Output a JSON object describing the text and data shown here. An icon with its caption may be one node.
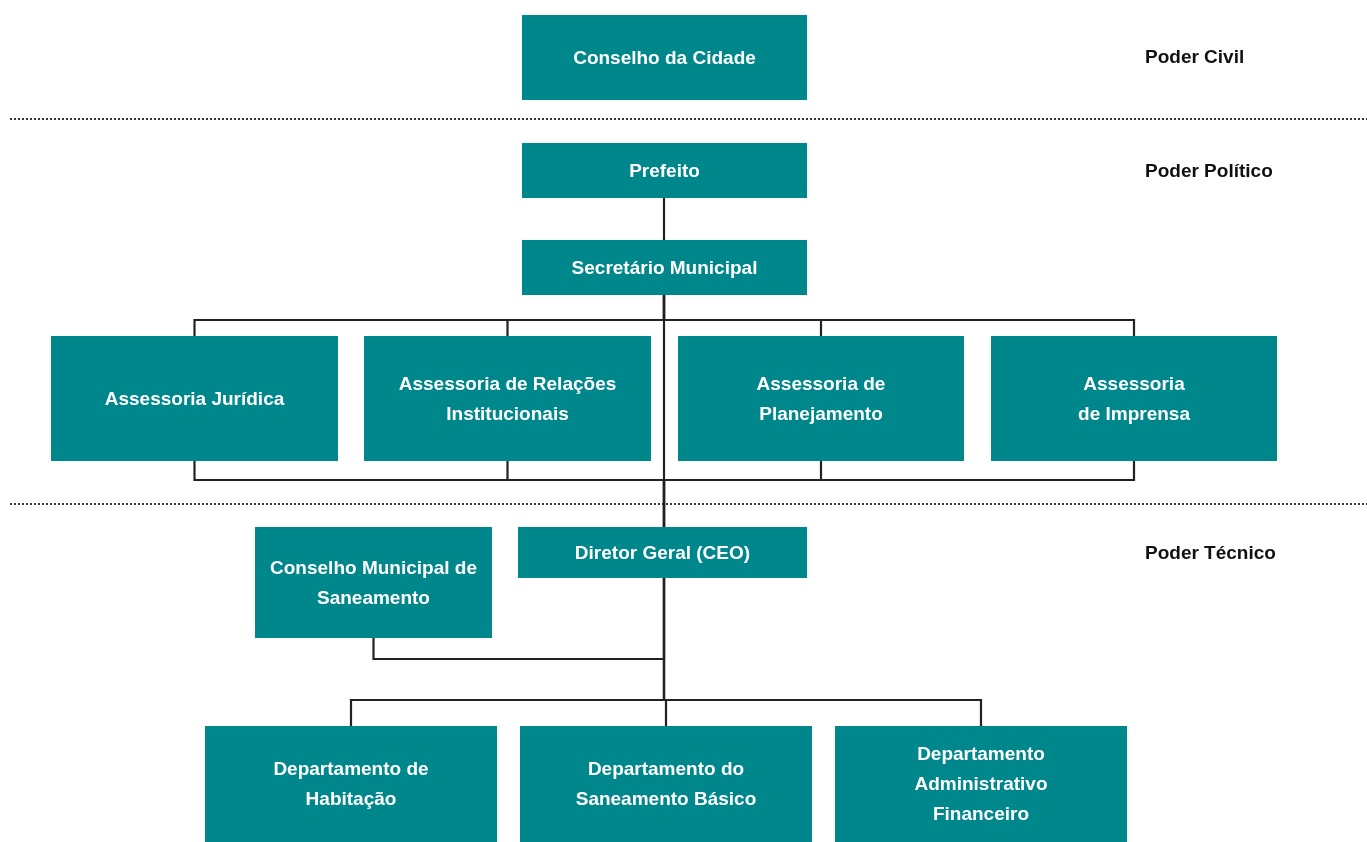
{
  "diagram": {
    "nodes": [
      {
        "text": [
          "Conselho da Cidade"
        ]
      },
      {
        "text": [
          "Prefeito"
        ]
      },
      {
        "text": [
          "Secretário Municipal"
        ]
      },
      {
        "text": [
          "Assessoria Jurídica"
        ]
      },
      {
        "text": [
          "Assessoria de Relações Institucionais"
        ]
      },
      {
        "text": [
          "Assessoria de Planejamento"
        ]
      },
      {
        "text": [
          "Assessoria de Imprensa"
        ]
      },
      {
        "text": [
          "Conselho Municipal de Saneamento"
        ]
      },
      {
        "text": [
          "Diretor Geral (CEO)"
        ]
      },
      {
        "text": [
          "Departamento de Habitação"
        ]
      },
      {
        "text": [
          "Departamento do Saneamento Básico"
        ]
      },
      {
        "text": [
          "Departamento Administrativo Financeiro"
        ]
      }
    ],
    "edges": [
      {
        "from": 1,
        "to": 2,
        "arrow": "none"
      },
      {
        "from": 2,
        "to": 3,
        "arrow": "none"
      },
      {
        "from": 2,
        "to": 4,
        "arrow": "none"
      },
      {
        "from": 2,
        "to": 5,
        "arrow": "none"
      },
      {
        "from": 2,
        "to": 6,
        "arrow": "none"
      },
      {
        "from": 3,
        "to": 8,
        "arrow": "none"
      },
      {
        "from": 4,
        "to": 8,
        "arrow": "none"
      },
      {
        "from": 5,
        "to": 8,
        "arrow": "none"
      },
      {
        "from": 6,
        "to": 8,
        "arrow": "none"
      },
      {
        "from": 2,
        "to": 8,
        "arrow": "none"
      },
      {
        "from": 8,
        "to": 7,
        "arrow": "none"
      },
      {
        "from": 8,
        "to": 9,
        "arrow": "none"
      },
      {
        "from": 8,
        "to": 10,
        "arrow": "none"
      },
      {
        "from": 8,
        "to": 11,
        "arrow": "none"
      }
    ],
    "labels": [
      "Poder Civil",
      "Poder Político",
      "Poder Técnico"
    ]
  }
}
